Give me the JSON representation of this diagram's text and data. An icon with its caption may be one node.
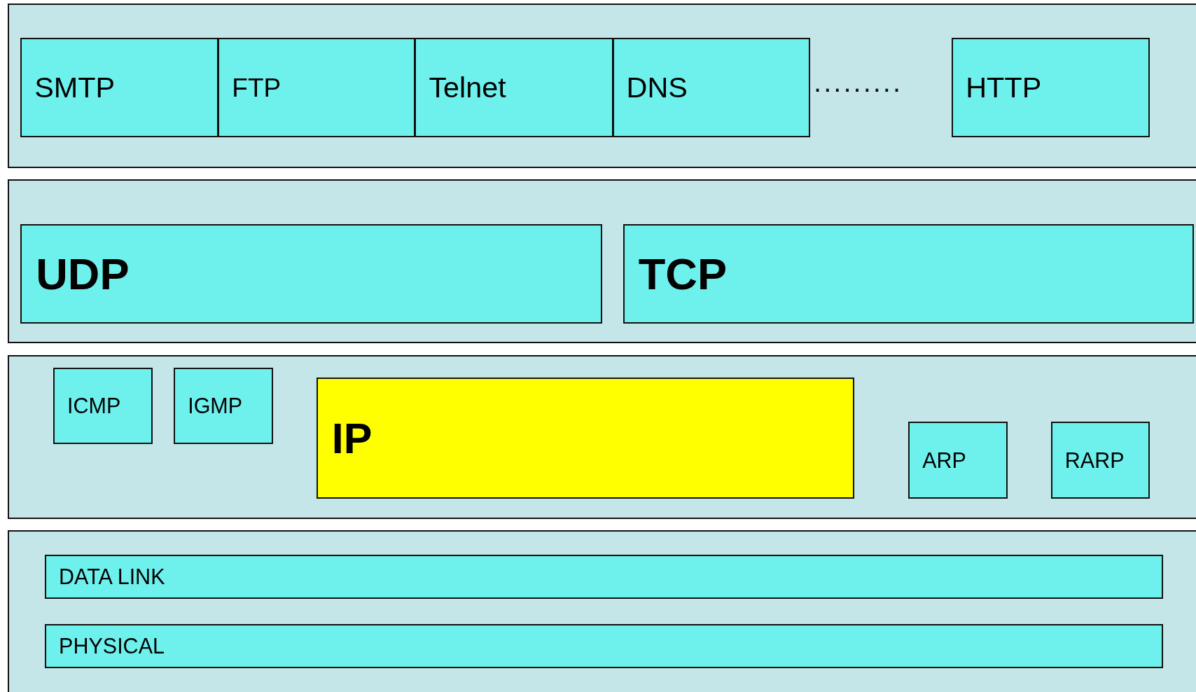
{
  "diagram": {
    "nodes": [
      {
        "text": [],
        "shape": "band"
      },
      {
        "text": [
          "SMTP"
        ],
        "in": 0
      },
      {
        "text": [
          "FTP"
        ],
        "in": 0
      },
      {
        "text": [
          "Telnet"
        ],
        "in": 0
      },
      {
        "text": [
          "DNS"
        ],
        "in": 0
      },
      {
        "text": [
          "HTTP"
        ],
        "in": 0
      },
      {
        "text": [],
        "shape": "band"
      },
      {
        "text": [
          "UDP"
        ],
        "in": 6
      },
      {
        "text": [
          "TCP"
        ],
        "in": 6
      },
      {
        "text": [],
        "shape": "band"
      },
      {
        "text": [
          "ICMP"
        ],
        "in": 9
      },
      {
        "text": [
          "IGMP"
        ],
        "in": 9
      },
      {
        "text": [
          "IP"
        ],
        "in": 9
      },
      {
        "text": [
          "ARP"
        ],
        "in": 9
      },
      {
        "text": [
          "RARP"
        ],
        "in": 9
      },
      {
        "text": [],
        "shape": "band"
      },
      {
        "text": [
          "DATA LINK"
        ],
        "in": 15
      },
      {
        "text": [
          "PHYSICAL"
        ],
        "in": 15
      }
    ],
    "labels": [
      "........."
    ]
  }
}
